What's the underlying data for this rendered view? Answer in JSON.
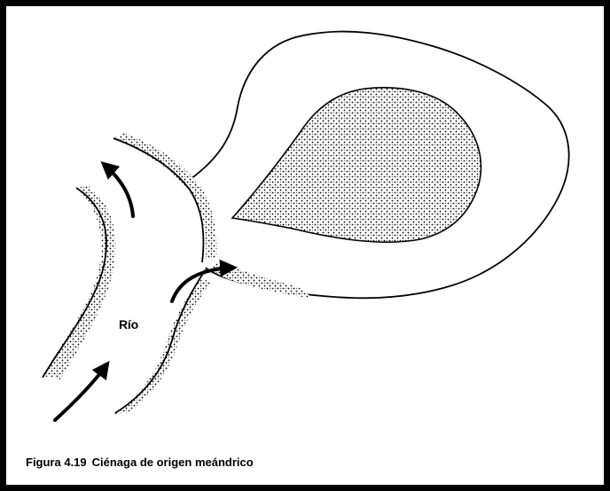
{
  "figure": {
    "river_label": "Río",
    "caption_number": "Figura 4.19",
    "caption_text": "Ciénaga de origen meándrico"
  },
  "colors": {
    "frame": "#000000",
    "line": "#000000",
    "stipple": "#000000",
    "background": "#ffffff"
  },
  "icons": {
    "flow_arrows": "arrow-icon"
  }
}
